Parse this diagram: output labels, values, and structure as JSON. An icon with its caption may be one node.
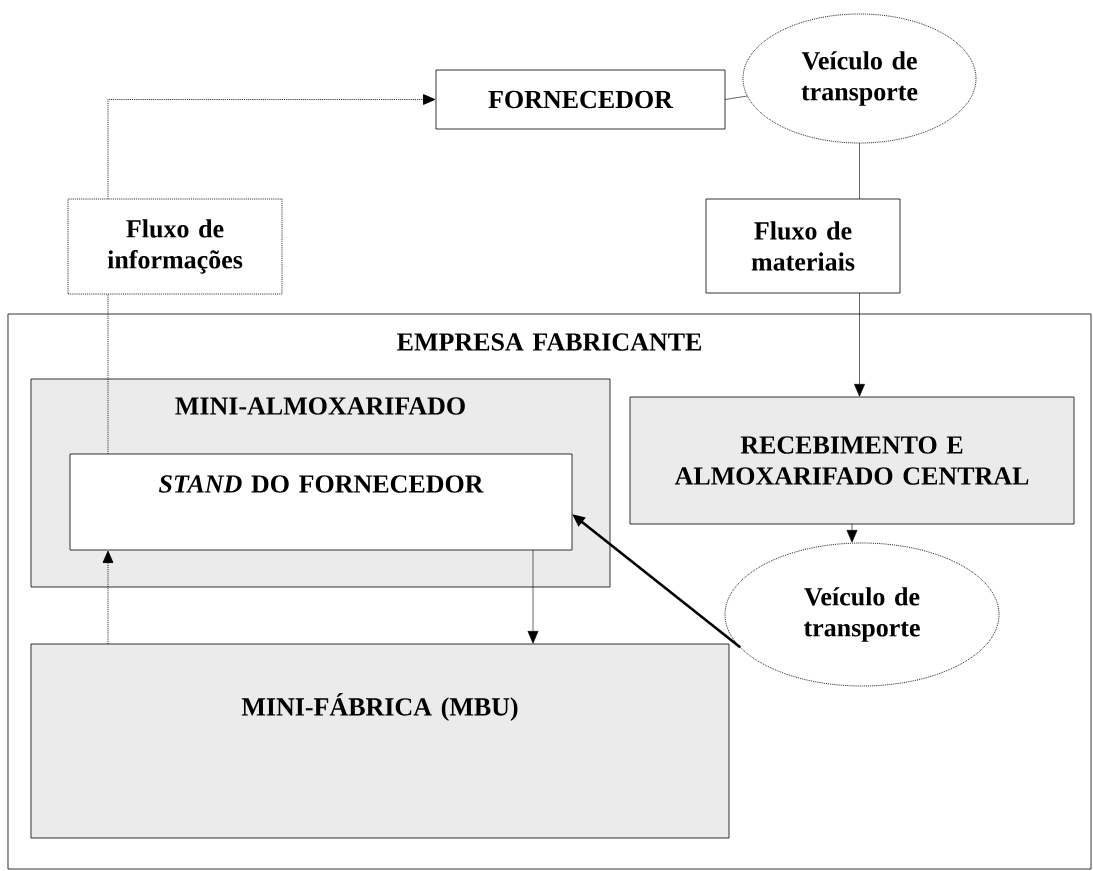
{
  "diagram": {
    "nodes": [
      {
        "text": [
          "FORNECEDOR"
        ]
      },
      {
        "text": [
          "Veículo de transporte"
        ]
      },
      {
        "text": [
          "Fluxo de informações"
        ]
      },
      {
        "text": [
          "Fluxo de materiais"
        ]
      },
      {
        "text": [
          "EMPRESA FABRICANTE"
        ]
      },
      {
        "text": [
          "MINI-ALMOXARIFADO"
        ],
        "in": 4
      },
      {
        "text": [
          "*STAND* DO FORNECEDOR"
        ],
        "in": 5
      },
      {
        "text": [
          "RECEBIMENTO E ALMOXARIFADO CENTRAL"
        ],
        "in": 4
      },
      {
        "text": [
          "Veículo de transporte"
        ],
        "in": 4
      },
      {
        "text": [
          "MINI-FÁBRICA (MBU)"
        ],
        "in": 4
      }
    ],
    "edges": [
      {
        "from": 2,
        "to": 0,
        "arrow": "to",
        "style": "dashed"
      },
      {
        "from": 6,
        "to": 2,
        "arrow": "none",
        "style": "dashed"
      },
      {
        "from": 9,
        "to": 6,
        "arrow": "to",
        "style": "dashed"
      },
      {
        "from": 0,
        "to": 1,
        "arrow": "none"
      },
      {
        "from": 1,
        "to": 3,
        "arrow": "none"
      },
      {
        "from": 3,
        "to": 7,
        "arrow": "to"
      },
      {
        "from": 7,
        "to": 8,
        "arrow": "to"
      },
      {
        "from": 8,
        "to": 6,
        "arrow": "to",
        "style": "thick"
      },
      {
        "from": 6,
        "to": 9,
        "arrow": "to"
      }
    ]
  }
}
